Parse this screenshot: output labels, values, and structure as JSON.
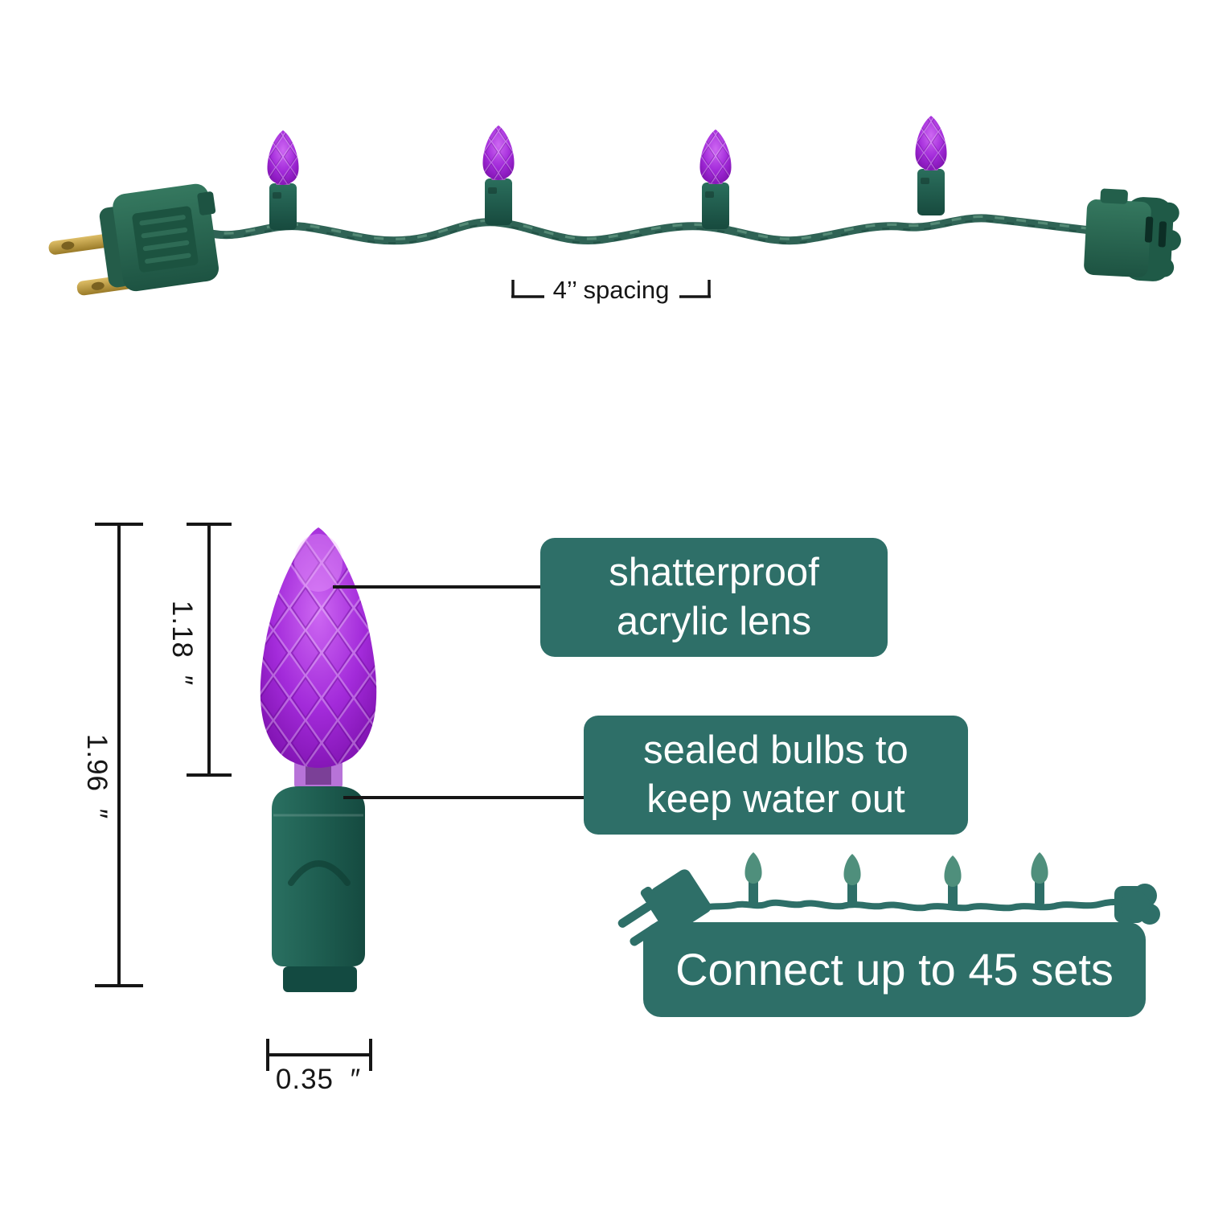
{
  "colors": {
    "background": "#ffffff",
    "callout_teal": "#2e6f68",
    "bulb_purple": "#a32bda",
    "bulb_purple_light": "#cd67f2",
    "bulb_purple_dark": "#7c10ac",
    "socket_green_light": "#2a7060",
    "socket_green_dark": "#164a3f",
    "wire_green": "#2f6355",
    "wire_highlight": "#5c907d",
    "brass": "#c9a74f",
    "annotation_black": "#161616",
    "text_white": "#ffffff",
    "mini_bulb_green": "#4f8f7c"
  },
  "string_section": {
    "spacing_label": "4’’ spacing"
  },
  "bulb_detail": {
    "overall_height": "1.96 ″",
    "lens_height": "1.18 ″",
    "base_width": "0.35 ″"
  },
  "callouts": {
    "lens": {
      "line1": "shatterproof",
      "line2": "acrylic lens"
    },
    "seal": {
      "line1": "sealed bulbs to",
      "line2": "keep water out"
    },
    "connect": {
      "label": "Connect up to 45 sets"
    }
  }
}
